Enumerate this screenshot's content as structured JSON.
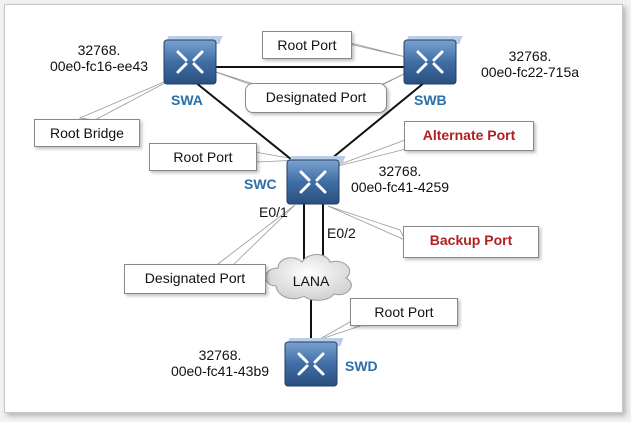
{
  "switches": {
    "swa": {
      "name": "SWA",
      "priority": "32768.",
      "mac": "00e0-fc16-ee43"
    },
    "swb": {
      "name": "SWB",
      "priority": "32768.",
      "mac": "00e0-fc22-715a"
    },
    "swc": {
      "name": "SWC",
      "priority": "32768.",
      "mac": "00e0-fc41-4259"
    },
    "swd": {
      "name": "SWD",
      "priority": "32768.",
      "mac": "00e0-fc41-43b9"
    }
  },
  "callouts": {
    "swb_root_port": "Root Port",
    "designated_port_ab": "Designated Port",
    "root_bridge": "Root Bridge",
    "swc_root_port": "Root Port",
    "alternate_port": "Alternate Port",
    "backup_port": "Backup Port",
    "designated_port_lan": "Designated Port",
    "swd_root_port": "Root Port"
  },
  "ports": {
    "e01": "E0/1",
    "e02": "E0/2"
  },
  "lan": {
    "name": "LANA"
  },
  "colors": {
    "switch_face": "#3d6fa8",
    "label_blue": "#2a6fa8",
    "accent_red": "#b11f1f"
  }
}
